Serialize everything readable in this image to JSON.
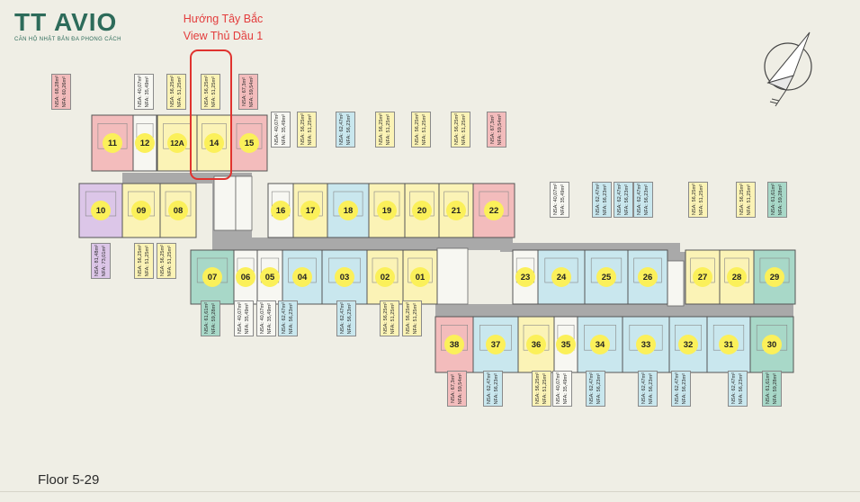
{
  "brand": {
    "logo": "TT AVIO",
    "tagline": "CĂN HỘ NHẬT BẢN ĐA PHONG CÁCH"
  },
  "highlight": {
    "line1": "Hướng Tây Bắc",
    "line2": "View Thủ Dầu 1"
  },
  "floor_label": "Floor 5-29",
  "colors": {
    "pink": "#f3bcbc",
    "yellow": "#fbf3b6",
    "purple": "#dcc6e8",
    "teal": "#a8d8c8",
    "lightblue": "#c9e7ee",
    "corridor": "#a9a9a9",
    "highlight": "#e0332f",
    "brand": "#2d6b5a"
  },
  "icons": {
    "compass": "compass-arrow-icon"
  },
  "units": [
    {
      "id": "11",
      "color": "pink",
      "nsa": "NSA: 68,28m²",
      "nfa": "NFA: 60,26m²"
    },
    {
      "id": "12",
      "color": "white",
      "nsa": "NSA: 40,07m²",
      "nfa": "NFA: 35,49m²"
    },
    {
      "id": "12A",
      "color": "yellow",
      "nsa": "NSA: 56,25m²",
      "nfa": "NFA: 51,25m²"
    },
    {
      "id": "14",
      "color": "yellow",
      "nsa": "NSA: 56,25m²",
      "nfa": "NFA: 51,25m²"
    },
    {
      "id": "15",
      "color": "pink",
      "nsa": "NSA: 67,3m²",
      "nfa": "NFA: 59,54m²"
    },
    {
      "id": "10",
      "color": "purple",
      "nsa": "NSA: 81,48m²",
      "nfa": "NFA: 73,01m²"
    },
    {
      "id": "09",
      "color": "yellow",
      "nsa": "NSA: 56,25m²",
      "nfa": "NFA: 51,25m²"
    },
    {
      "id": "08",
      "color": "yellow",
      "nsa": "NSA: 56,25m²",
      "nfa": "NFA: 51,25m²"
    },
    {
      "id": "16",
      "color": "white",
      "nsa": "NSA: 40,07m²",
      "nfa": "NFA: 35,49m²"
    },
    {
      "id": "17",
      "color": "yellow",
      "nsa": "NSA: 56,25m²",
      "nfa": "NFA: 51,25m²"
    },
    {
      "id": "18",
      "color": "lightblue",
      "nsa": "NSA: 62,47m²",
      "nfa": "NFA: 56,23m²"
    },
    {
      "id": "19",
      "color": "yellow",
      "nsa": "NSA: 56,25m²",
      "nfa": "NFA: 51,25m²"
    },
    {
      "id": "20",
      "color": "yellow",
      "nsa": "NSA: 56,25m²",
      "nfa": "NFA: 51,25m²"
    },
    {
      "id": "21",
      "color": "yellow",
      "nsa": "NSA: 56,25m²",
      "nfa": "NFA: 51,25m²"
    },
    {
      "id": "22",
      "color": "pink",
      "nsa": "NSA: 67,3m²",
      "nfa": "NFA: 59,54m²"
    },
    {
      "id": "07",
      "color": "teal",
      "nsa": "NSA: 61,61m²",
      "nfa": "NFA: 59,28m²"
    },
    {
      "id": "06",
      "color": "white",
      "nsa": "NSA: 40,07m²",
      "nfa": "NFA: 35,49m²"
    },
    {
      "id": "05",
      "color": "white",
      "nsa": "NSA: 40,07m²",
      "nfa": "NFA: 35,49m²"
    },
    {
      "id": "04",
      "color": "lightblue",
      "nsa": "NSA: 62,47m²",
      "nfa": "NFA: 56,23m²"
    },
    {
      "id": "03",
      "color": "lightblue",
      "nsa": "NSA: 62,47m²",
      "nfa": "NFA: 56,23m²"
    },
    {
      "id": "02",
      "color": "yellow",
      "nsa": "NSA: 56,25m²",
      "nfa": "NFA: 51,25m²"
    },
    {
      "id": "01",
      "color": "yellow",
      "nsa": "NSA: 56,25m²",
      "nfa": "NFA: 51,25m²"
    },
    {
      "id": "23",
      "color": "white",
      "nsa": "NSA: 40,07m²",
      "nfa": "NFA: 35,49m²"
    },
    {
      "id": "24",
      "color": "lightblue",
      "nsa": "NSA: 62,47m²",
      "nfa": "NFA: 56,23m²"
    },
    {
      "id": "25",
      "color": "lightblue",
      "nsa": "NSA: 62,47m²",
      "nfa": "NFA: 56,23m²"
    },
    {
      "id": "26",
      "color": "lightblue",
      "nsa": "NSA: 62,47m²",
      "nfa": "NFA: 56,23m²"
    },
    {
      "id": "27",
      "color": "yellow",
      "nsa": "NSA: 56,25m²",
      "nfa": "NFA: 51,25m²"
    },
    {
      "id": "28",
      "color": "yellow",
      "nsa": "NSA: 56,25m²",
      "nfa": "NFA: 51,25m²"
    },
    {
      "id": "29",
      "color": "teal",
      "nsa": "NSA: 61,61m²",
      "nfa": "NFA: 59,28m²"
    },
    {
      "id": "38",
      "color": "pink",
      "nsa": "NSA: 67,3m²",
      "nfa": "NFA: 59,54m²"
    },
    {
      "id": "37",
      "color": "lightblue",
      "nsa": "NSA: 62,47m²",
      "nfa": "NFA: 56,23m²"
    },
    {
      "id": "36",
      "color": "yellow",
      "nsa": "NSA: 56,25m²",
      "nfa": "NFA: 51,25m²"
    },
    {
      "id": "35",
      "color": "white",
      "nsa": "NSA: 40,07m²",
      "nfa": "NFA: 35,49m²"
    },
    {
      "id": "34",
      "color": "lightblue",
      "nsa": "NSA: 62,47m²",
      "nfa": "NFA: 56,23m²"
    },
    {
      "id": "33",
      "color": "lightblue",
      "nsa": "NSA: 62,47m²",
      "nfa": "NFA: 56,23m²"
    },
    {
      "id": "32",
      "color": "lightblue",
      "nsa": "NSA: 62,47m²",
      "nfa": "NFA: 56,23m²"
    },
    {
      "id": "31",
      "color": "lightblue",
      "nsa": "NSA: 62,47m²",
      "nfa": "NFA: 56,23m²"
    },
    {
      "id": "30",
      "color": "teal",
      "nsa": "NSA: 61,61m²",
      "nfa": "NFA: 59,28m²"
    }
  ]
}
